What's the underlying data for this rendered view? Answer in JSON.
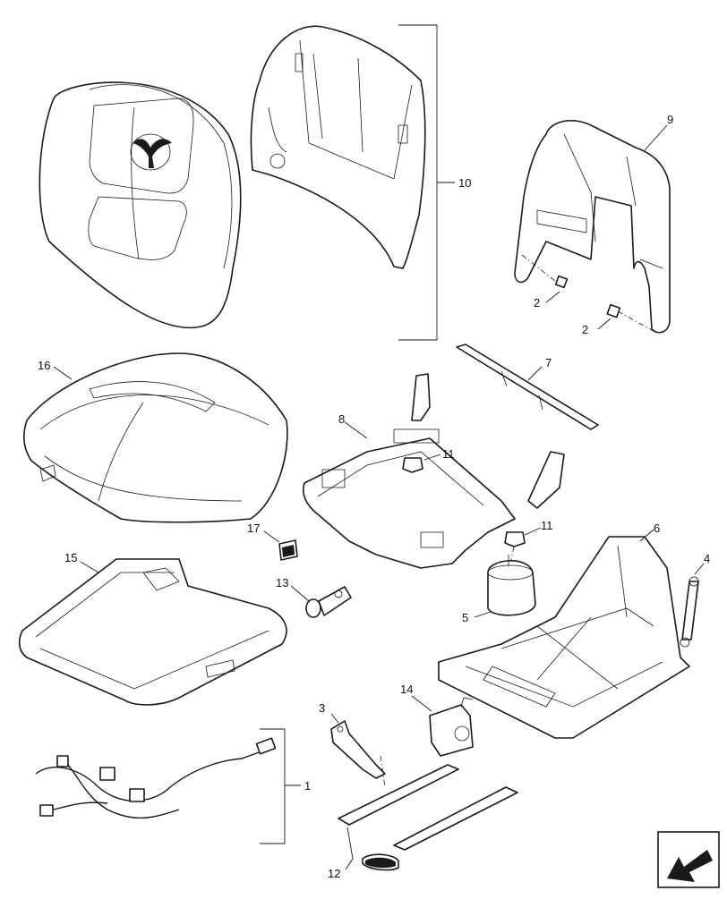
{
  "colors": {
    "line": "#1a1a1a",
    "background": "#ffffff",
    "nav_box": "#1a1a1a"
  },
  "callouts": {
    "c1": "1",
    "c2a": "2",
    "c2b": "2",
    "c3": "3",
    "c4": "4",
    "c5": "5",
    "c6": "6",
    "c7": "7",
    "c8": "8",
    "c9": "9",
    "c10": "10",
    "c11a": "11",
    "c11b": "11",
    "c12": "12",
    "c13": "13",
    "c14": "14",
    "c15": "15",
    "c16": "16",
    "c17": "17"
  },
  "nav": {
    "icon": "arrow-down-left-icon"
  }
}
